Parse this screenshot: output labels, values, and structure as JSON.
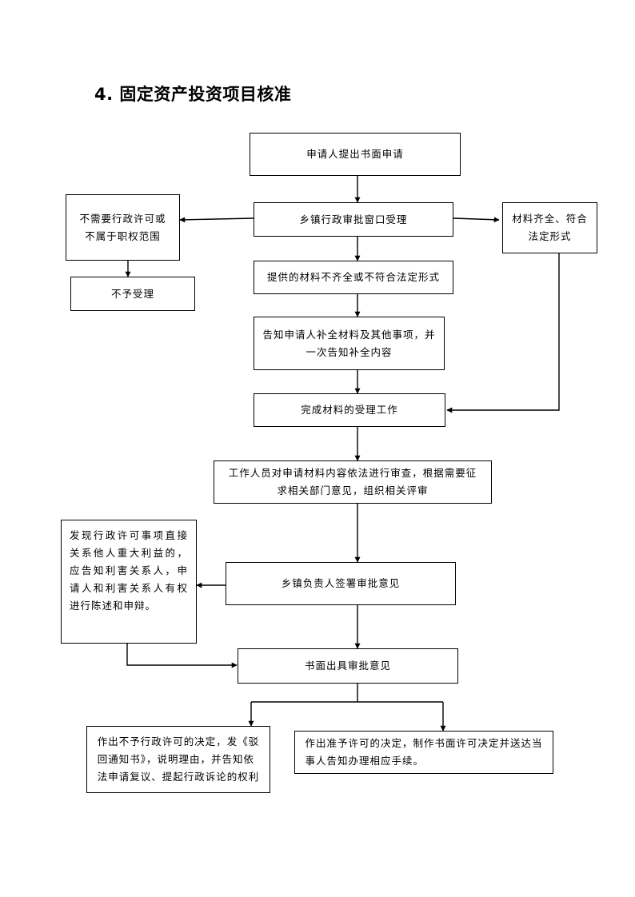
{
  "title": "4. 固定资产投资项目核准",
  "boxes": {
    "apply": [
      "申请人提出书面申请"
    ],
    "window": [
      "乡镇行政审批窗口受理"
    ],
    "not_required": [
      "不需要行政许可或",
      "不属于职权范围"
    ],
    "reject": [
      "不予受理"
    ],
    "complete_ok": [
      "材料齐全、符合",
      "法定形式"
    ],
    "incomplete": [
      "提供的材料不齐全或不符合法定形式"
    ],
    "notify": [
      "告知申请人补全材料及其他事项，并",
      "一次告知补全内容"
    ],
    "accept_done": [
      "完成材料的受理工作"
    ],
    "review": [
      "工作人员对申请材料内容依法进行审查，根据需要征",
      "求相关部门意见，组织相关评审"
    ],
    "sign": [
      "乡镇负责人签署审批意见"
    ],
    "hearing": "发现行政许可事项直接关系他人重大利益的，应告知利害关系人，申请人和利害关系人有权进行陈述和申辩。",
    "written": [
      "书面出具审批意见"
    ],
    "deny": [
      "作出不予行政许可的决定，发《驳",
      "回通知书》，说明理由，并告知依",
      "法申请复议、提起行政诉论的权利"
    ],
    "grant": [
      "作出准予许可的决定，制作书面许可决定并送达当",
      "事人告知办理相应手续。"
    ]
  }
}
